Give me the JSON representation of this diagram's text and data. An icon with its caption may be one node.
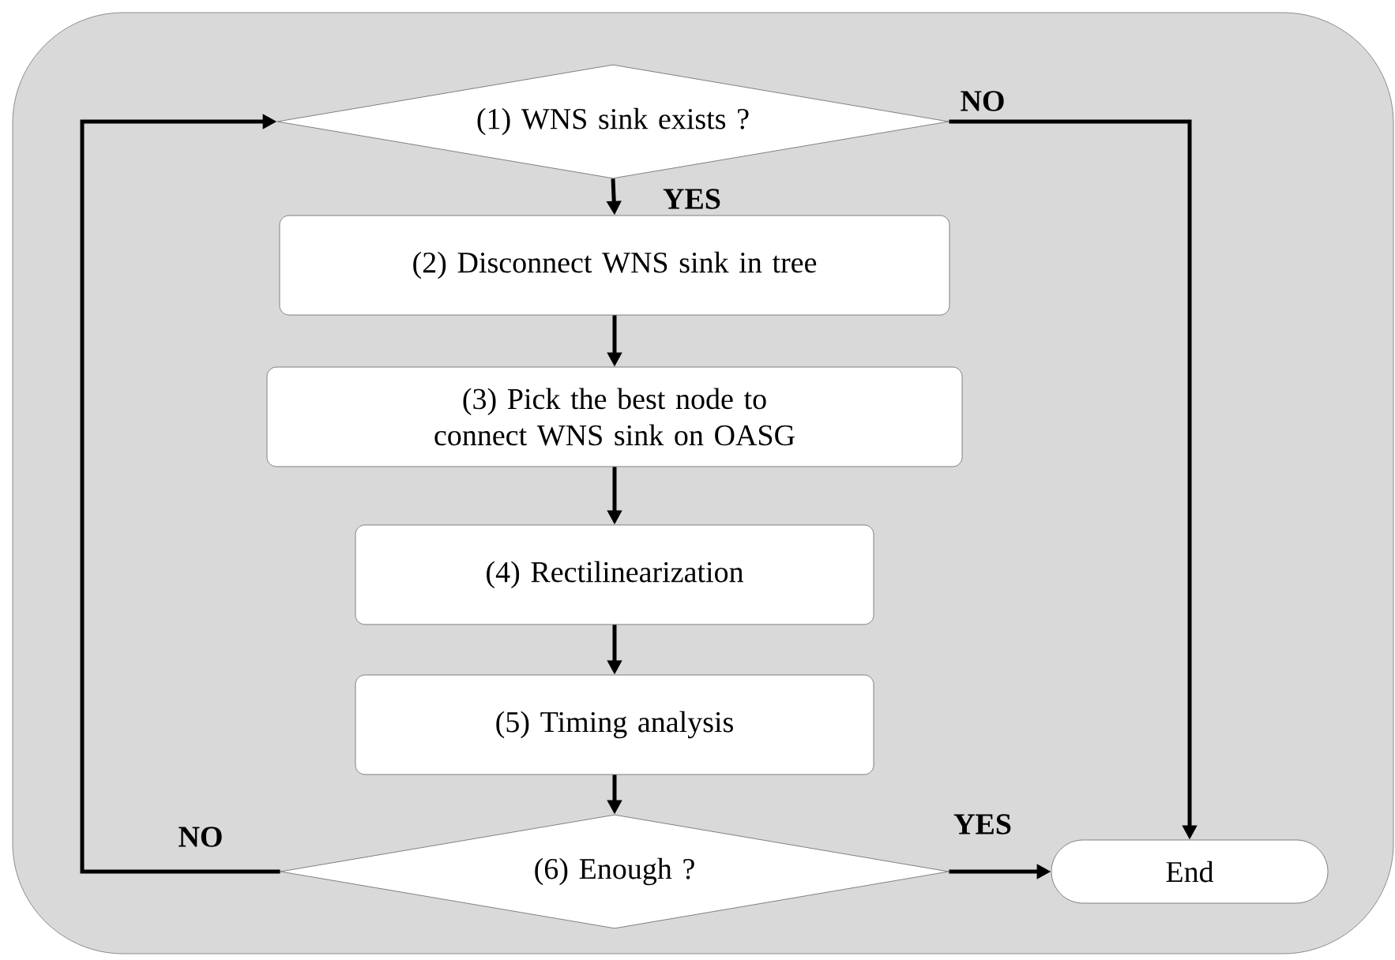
{
  "diagram": {
    "nodes": [
      {
        "text": [
          "(1) WNS sink exists ?"
        ]
      },
      {
        "text": [
          "(2) Disconnect WNS sink in tree"
        ]
      },
      {
        "text": [
          "(3) Pick the best node to connect WNS sink on OASG"
        ]
      },
      {
        "text": [
          "(4) Rectilinearization"
        ]
      },
      {
        "text": [
          "(5) Timing analysis"
        ]
      },
      {
        "text": [
          "(6) Enough ?"
        ]
      },
      {
        "text": [
          "End"
        ]
      }
    ],
    "edges": [
      {
        "from": 0,
        "to": 1,
        "arrow": "to",
        "label": "YES"
      },
      {
        "from": 1,
        "to": 2,
        "arrow": "to"
      },
      {
        "from": 2,
        "to": 3,
        "arrow": "to"
      },
      {
        "from": 3,
        "to": 4,
        "arrow": "to"
      },
      {
        "from": 4,
        "to": 5,
        "arrow": "to"
      },
      {
        "from": 5,
        "to": 6,
        "arrow": "to",
        "label": "YES"
      },
      {
        "from": 5,
        "to": 0,
        "arrow": "to",
        "label": "NO"
      },
      {
        "from": 0,
        "to": 6,
        "arrow": "to",
        "label": "NO"
      }
    ]
  }
}
